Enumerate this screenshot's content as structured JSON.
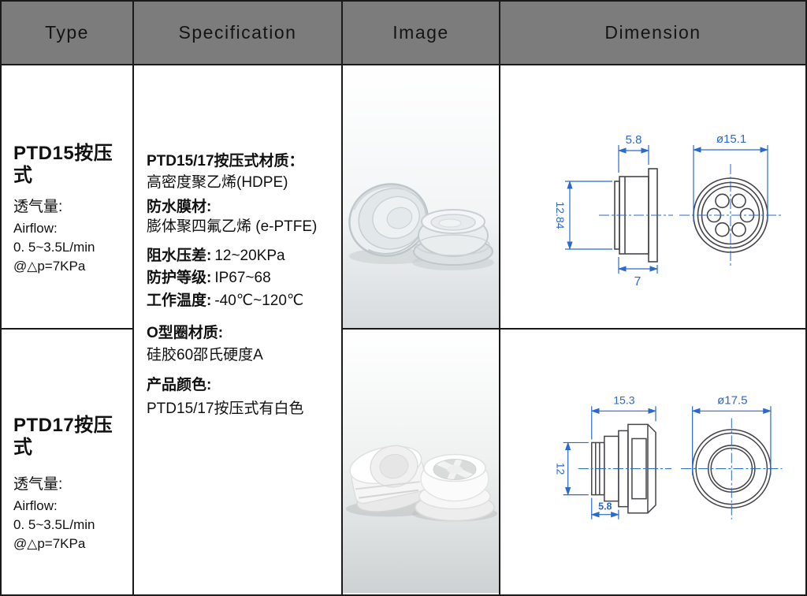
{
  "header": {
    "columns": [
      "Type",
      "Specification",
      "Image",
      "Dimension"
    ]
  },
  "colors": {
    "header_bg": "#7c7c7c",
    "table_border": "#1a1a1a",
    "dimension_blue": "#2a69cf",
    "drawing_line": "#45454c"
  },
  "rows": [
    {
      "model": "PTD15按压式",
      "airflow_label_cn": "透气量:",
      "airflow_label_en": "Airflow:",
      "airflow_value": "0. 5~3.5L/min",
      "airflow_condition": "@△p=7KPa"
    },
    {
      "model": "PTD17按压式",
      "airflow_label_cn": "透气量:",
      "airflow_label_en": "Airflow:",
      "airflow_value": "0. 5~3.5L/min",
      "airflow_condition": "@△p=7KPa"
    }
  ],
  "specification": {
    "material_label": "PTD15/17按压式材质：",
    "material_value": "高密度聚乙烯(HDPE)",
    "membrane_label": "防水膜材:",
    "membrane_value": "膨体聚四氟乙烯 (e-PTFE)",
    "pressure_label": "阻水压差:",
    "pressure_value": "12~20KPa",
    "protection_label": "防护等级:",
    "protection_value": "IP67~68",
    "temperature_label": "工作温度:",
    "temperature_value": "-40℃~120℃",
    "oring_label": "O型圈材质:",
    "oring_value": "硅胶60邵氏硬度A",
    "color_label": "产品颜色:",
    "color_value": "PTD15/17按压式有白色"
  },
  "dimensions": {
    "ptd15": {
      "width_top": "5.8",
      "height": "12.84",
      "width_bottom": "7",
      "diameter": "ø15.1"
    },
    "ptd17": {
      "width_top": "15.3",
      "height": "12",
      "width_bottom": "5.8",
      "diameter": "ø17.5"
    }
  }
}
